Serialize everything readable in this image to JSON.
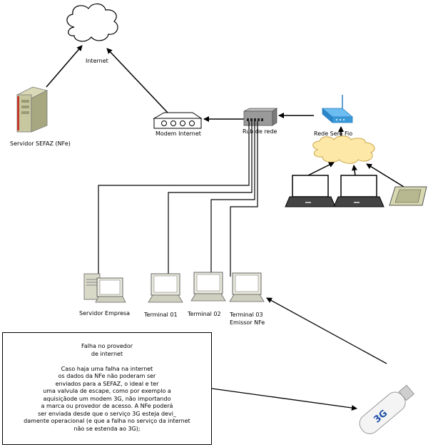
{
  "nodes": {
    "internet": "Internet",
    "sefaz_server": "Servidor SEFAZ (NFe)",
    "modem": "Modem Internet",
    "switch": "Rub de rede",
    "wifi": "Rede Sem Fio",
    "company_server": "Servidor Empresa",
    "terminal_01": "Terminal 01",
    "terminal_02": "Terminal 02",
    "terminal_03_line1": "Terminal 03",
    "terminal_03_line2": "Emissor NFe",
    "modem_3g_label": "3G"
  },
  "note": {
    "title_line1": "Falha no provedor",
    "title_line2": "de internet",
    "body": [
      "Caso haja uma falha na internet",
      "os dados da NFe não poderam ser",
      "enviados para a SEFAZ, o ideal e ter",
      "uma valvula de escape, como por exemplo a",
      "aquisiçãode um modem 3G, não importando",
      "a marca ou provedor de acesso. A NFe poderá",
      "ser enviada desde que o serviço 3G esteja devi_",
      "damente operacional (e que a falha no serviço da internet",
      "não se estenda ao 3G);"
    ]
  },
  "colors": {
    "line": "#000000",
    "cloud": "#fde8a8",
    "cloud_stroke": "#c9a64a",
    "wifi_blue": "#3a9ad9"
  }
}
